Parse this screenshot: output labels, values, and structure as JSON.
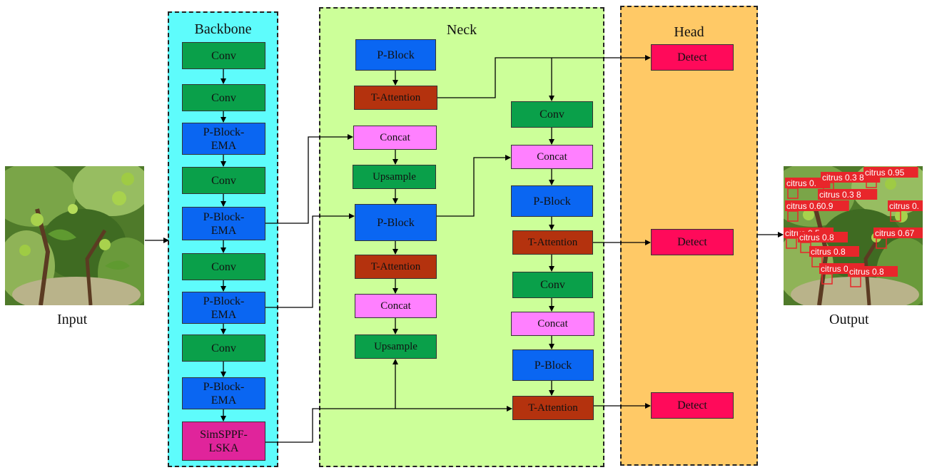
{
  "panels": {
    "backbone": "Backbone",
    "neck": "Neck",
    "head": "Head"
  },
  "captions": {
    "input": "Input",
    "output": "Output"
  },
  "backbone_blocks": [
    "Conv",
    "Conv",
    "P-Block-\nEMA",
    "Conv",
    "P-Block-\nEMA",
    "Conv",
    "P-Block-\nEMA",
    "Conv",
    "P-Block-\nEMA",
    "SimSPPF-\nLSKA"
  ],
  "neck_left": [
    "P-Block",
    "T-Attention",
    "Concat",
    "Upsample",
    "P-Block",
    "T-Attention",
    "Concat",
    "Upsample"
  ],
  "neck_right": [
    "Conv",
    "Concat",
    "P-Block",
    "T-Attention",
    "Conv",
    "Concat",
    "P-Block",
    "T-Attention"
  ],
  "head_blocks": [
    "Detect",
    "Detect",
    "Detect"
  ],
  "detections": [
    "citrus 0.",
    "citrus 0.3 8",
    "citrus 0.95",
    "citrus 0.3 8",
    "citrus 0.60.9",
    "citrus 0.",
    "citrus 0.5",
    "citrus 0.8",
    "citrus 0.67",
    "citrus 0.8",
    "citrus 0.",
    "citrus 0.8"
  ],
  "colors": {
    "backbone_bg": "#5efcfc",
    "neck_bg": "#ccff99",
    "head_bg": "#ffc966",
    "conv": "#0aa04a",
    "p_block": "#0a66f2",
    "t_attention": "#b4320e",
    "concat": "#ff80ff",
    "sppf": "#e0249b",
    "detect": "#ff0a5a",
    "detection_box": "#e8262b"
  },
  "icons": {
    "input_image": "citrus-tree-photo",
    "output_image": "citrus-detection-photo"
  }
}
